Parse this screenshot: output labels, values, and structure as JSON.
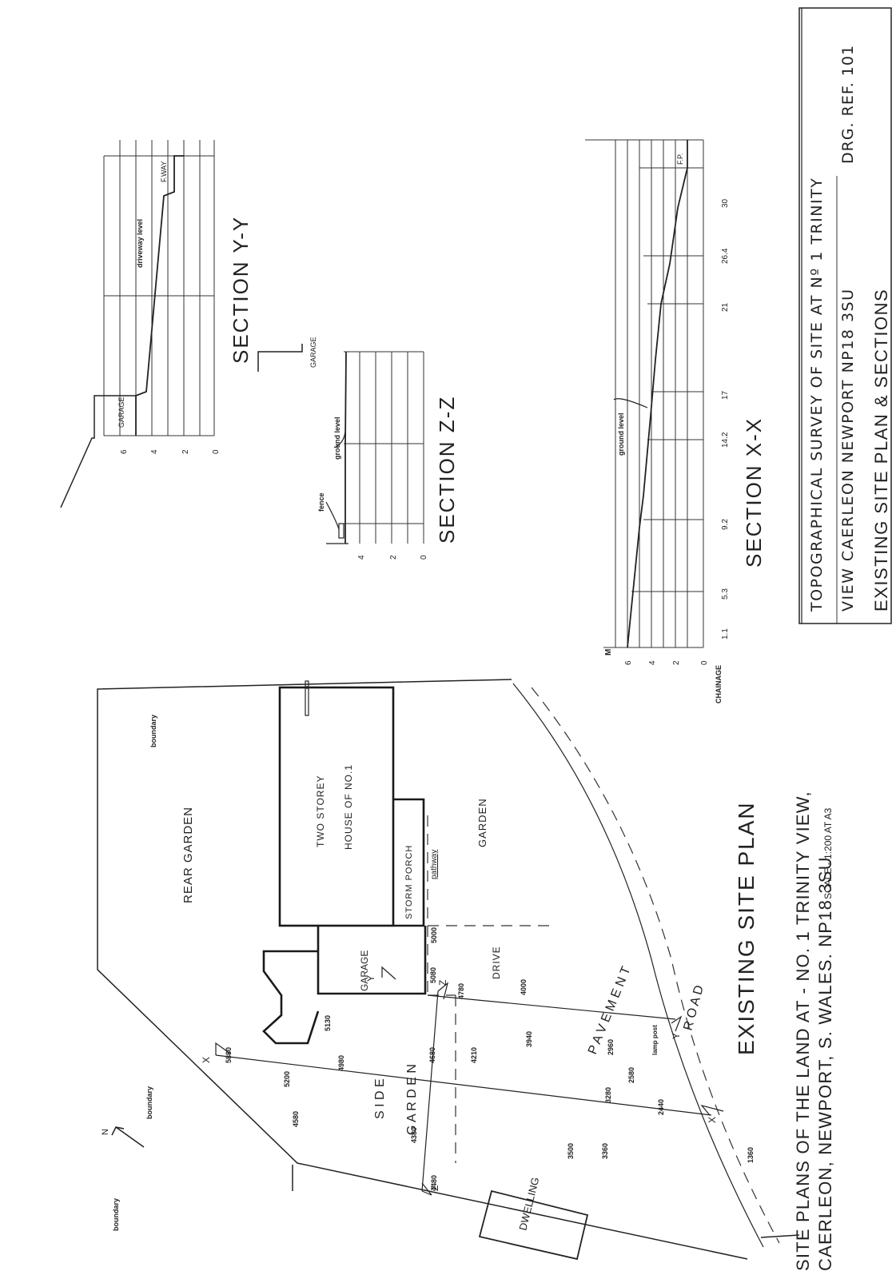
{
  "title_block": {
    "line1": "TOPOGRAPHICAL SURVEY OF SITE AT Nº 1 TRINITY",
    "line2": "VIEW CAERLEON NEWPORT NP18 3SU",
    "drg_ref": "DRG. REF. 101",
    "line3": "EXISTING SITE PLAN & SECTIONS"
  },
  "sheet_title": {
    "line1": "SITE PLANS OF THE LAND AT - NO. 1 TRINITY VIEW,",
    "line2": "CAERLEON, NEWPORT, S. WALES. NP18 3SU",
    "scale": "SCALE - 1:200 AT A3"
  },
  "plan": {
    "title": "EXISTING SITE PLAN",
    "north": "N",
    "labels": {
      "rear_garden": "REAR GARDEN",
      "house_1": "TWO STOREY",
      "house_2": "HOUSE OF NO.1",
      "storm_porch": "STORM PORCH",
      "pathway": "pathway",
      "garden": "GARDEN",
      "garage": "GARAGE",
      "drive": "DRIVE",
      "side_garden_1": "S I D E",
      "side_garden_2": "G A R D E N",
      "pavement": "P A V E M E N T",
      "road": "R O A D",
      "dwelling": "DWELLING",
      "boundary_1": "boundary",
      "boundary_2": "boundary",
      "boundary_3": "boundary",
      "lamp_post": "lamp post",
      "x1": "X",
      "x2": "X",
      "y1": "Y",
      "y2": "Y",
      "z1": "Z",
      "z2": "Z"
    },
    "levels": [
      "5880",
      "5200",
      "4980",
      "4580",
      "4380",
      "4480",
      "5130",
      "4680",
      "4210",
      "3940",
      "4000",
      "5080",
      "4780",
      "5000",
      "3500",
      "3360",
      "3280",
      "2960",
      "2580",
      "2440",
      "1360"
    ]
  },
  "section_yy": {
    "title": "SECTION Y-Y",
    "garage": "GARAGE",
    "driveway": "driveway level",
    "fway": "F.WAY",
    "y_ticks": [
      "6",
      "4",
      "2",
      "0"
    ]
  },
  "section_zz": {
    "title": "SECTION Z-Z",
    "garage": "GARAGE",
    "ground": "ground level",
    "fence": "fence",
    "y_ticks": [
      "4",
      "2",
      "0"
    ]
  },
  "section_xx": {
    "title": "SECTION X-X",
    "ground": "ground level",
    "fp": "F.P.",
    "m": "M",
    "chainage": "CHAINAGE",
    "y_ticks": [
      "6",
      "4",
      "2",
      "0"
    ],
    "x_ticks": [
      "1.1",
      "5.3",
      "9.2",
      "14.2",
      "17",
      "21",
      "26.4",
      "30"
    ]
  }
}
